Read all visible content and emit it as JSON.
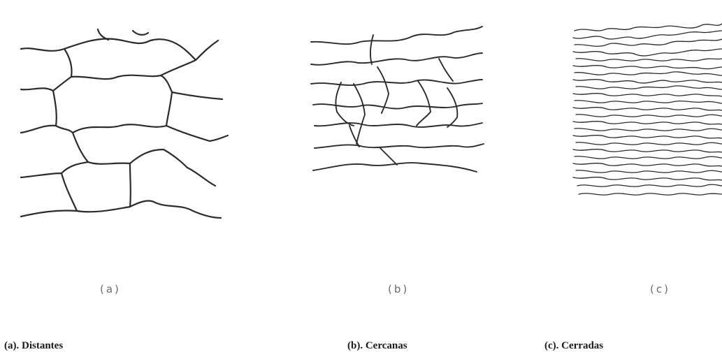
{
  "panels": [
    {
      "tag": "(a)",
      "caption": "(a). Distantes"
    },
    {
      "tag": "(b)",
      "caption": "(b). Cercanas"
    },
    {
      "tag": "(c)",
      "caption": "(c). Cerradas"
    }
  ]
}
